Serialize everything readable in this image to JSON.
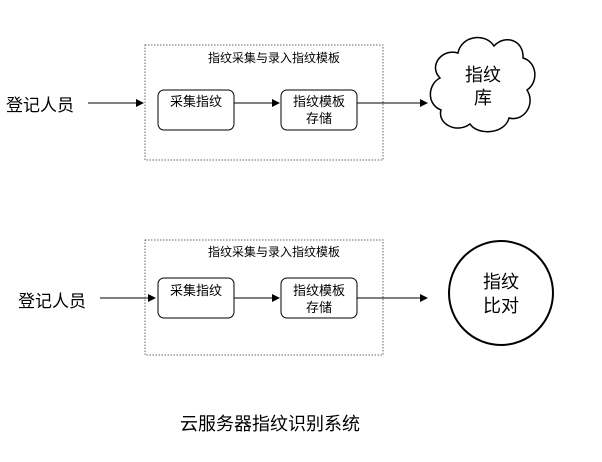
{
  "colors": {
    "stroke": "#000000",
    "dashed_border": "#666666",
    "background": "#ffffff",
    "text": "#000000"
  },
  "top_flow": {
    "source_label": "登记人员",
    "group_title": "指纹采集与录入指纹模板",
    "step1_label": "采集指纹",
    "step2_line1": "指纹模板",
    "step2_line2": "存储",
    "target_shape": "cloud",
    "target_line1": "指纹",
    "target_line2": "库"
  },
  "bottom_flow": {
    "source_label": "登记人员",
    "group_title": "指纹采集与录入指纹模板",
    "step1_label": "采集指纹",
    "step2_line1": "指纹模板",
    "step2_line2": "存储",
    "target_shape": "circle",
    "target_line1": "指纹",
    "target_line2": "比对"
  },
  "caption": "云服务器指纹识别系统"
}
